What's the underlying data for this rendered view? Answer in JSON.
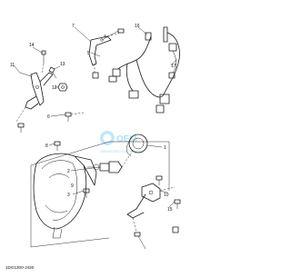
{
  "diagram": {
    "callouts": [
      "1",
      "2",
      "3",
      "4",
      "5",
      "6",
      "7",
      "8",
      "9",
      "10",
      "11",
      "12",
      "13",
      "14",
      "15",
      "16",
      "17"
    ],
    "drawing_code": "1DG1300-J430",
    "watermark": "OEM MOTORCYCLE SPARES"
  }
}
